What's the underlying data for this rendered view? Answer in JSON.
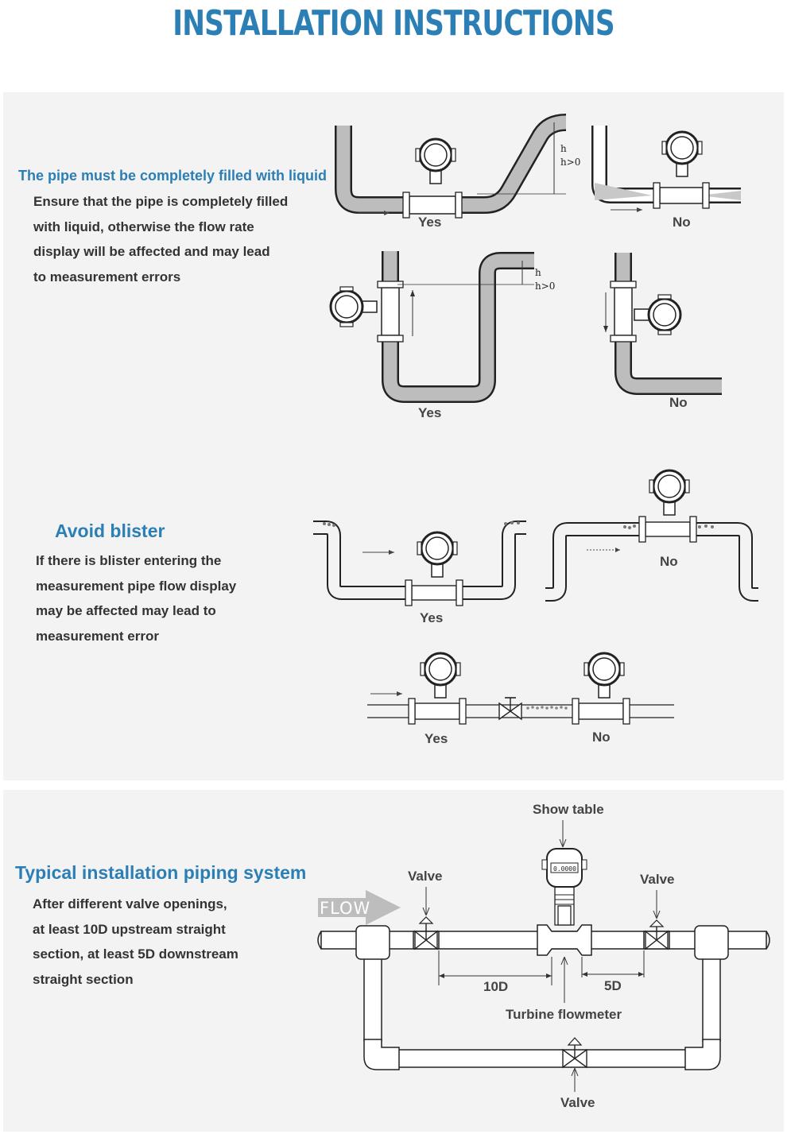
{
  "title": "INSTALLATION INSTRUCTIONS",
  "section1": {
    "heading": "The pipe must be completely filled with liquid",
    "lines": [
      "Ensure that the pipe is completely filled",
      "with liquid, otherwise the flow rate",
      "display will be affected and may lead",
      "to measurement errors"
    ],
    "fig_labels": {
      "yes_a": "Yes",
      "no_a": "No",
      "yes_b": "Yes",
      "no_b": "No",
      "h1": "h",
      "h1b": "h>0",
      "h2": "h",
      "h2b": "h>0"
    }
  },
  "section2": {
    "heading": "Avoid blister",
    "lines": [
      "If there is blister entering the",
      "measurement pipe flow display",
      "may be affected may lead to",
      "measurement error"
    ],
    "fig_labels": {
      "yes_a": "Yes",
      "no_a": "No",
      "yes_b": "Yes",
      "no_b": "No"
    }
  },
  "section3": {
    "heading": "Typical installation piping system",
    "lines": [
      "After different valve openings,",
      "at least 10D upstream straight",
      "section, at least 5D downstream",
      "straight section"
    ],
    "fig_labels": {
      "show_table": "Show table",
      "valve_left": "Valve",
      "valve_right": "Valve",
      "valve_bottom": "Valve",
      "flow": "FLOW",
      "d10": "10D",
      "d5": "5D",
      "turbine": "Turbine flowmeter",
      "display": "0.0000"
    }
  }
}
